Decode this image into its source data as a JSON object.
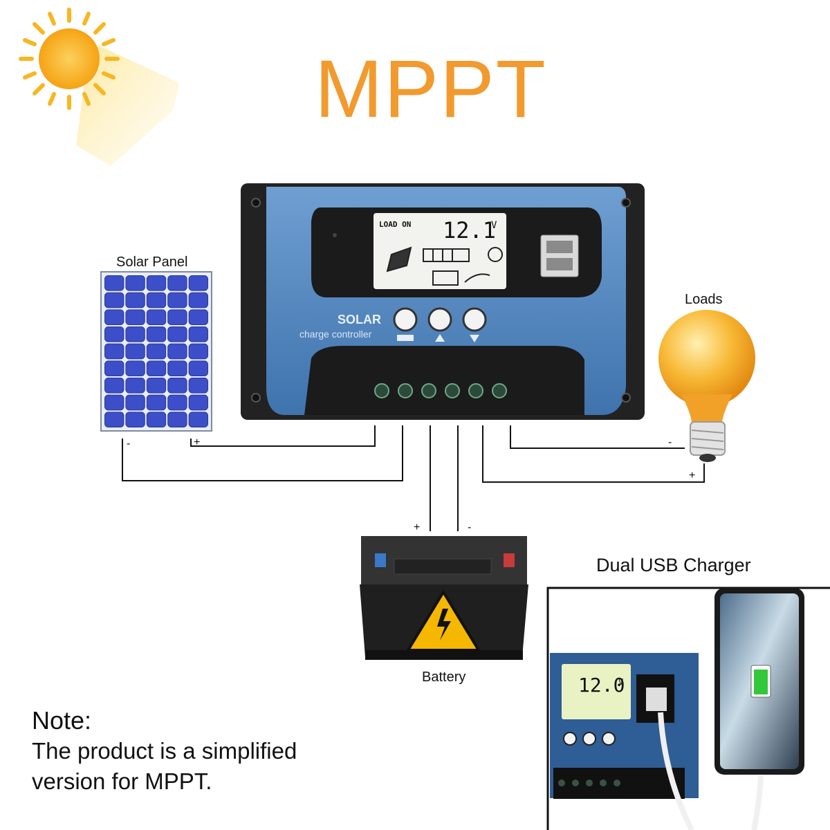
{
  "title": "MPPT",
  "labels": {
    "solar_panel": "Solar Panel",
    "loads": "Loads",
    "battery": "Battery",
    "dual_usb": "Dual USB Charger"
  },
  "controller": {
    "lcd_status": "LOAD ON",
    "lcd_voltage": "12.1",
    "lcd_unit": "V",
    "brand_line1": "SOLAR",
    "brand_line2": "charge controller"
  },
  "terminals": {
    "minus": "-",
    "plus": "+"
  },
  "inset": {
    "lcd_voltage": "12.0",
    "lcd_unit": "V"
  },
  "note": {
    "heading": "Note:",
    "line1": "The product is a simplified",
    "line2": "version for MPPT."
  },
  "colors": {
    "title": "#f29a2e",
    "controller_blue": "#5b8fc6",
    "housing": "#1e1e1e",
    "sun": "#f7b31b",
    "bulb": "#f5a623"
  }
}
